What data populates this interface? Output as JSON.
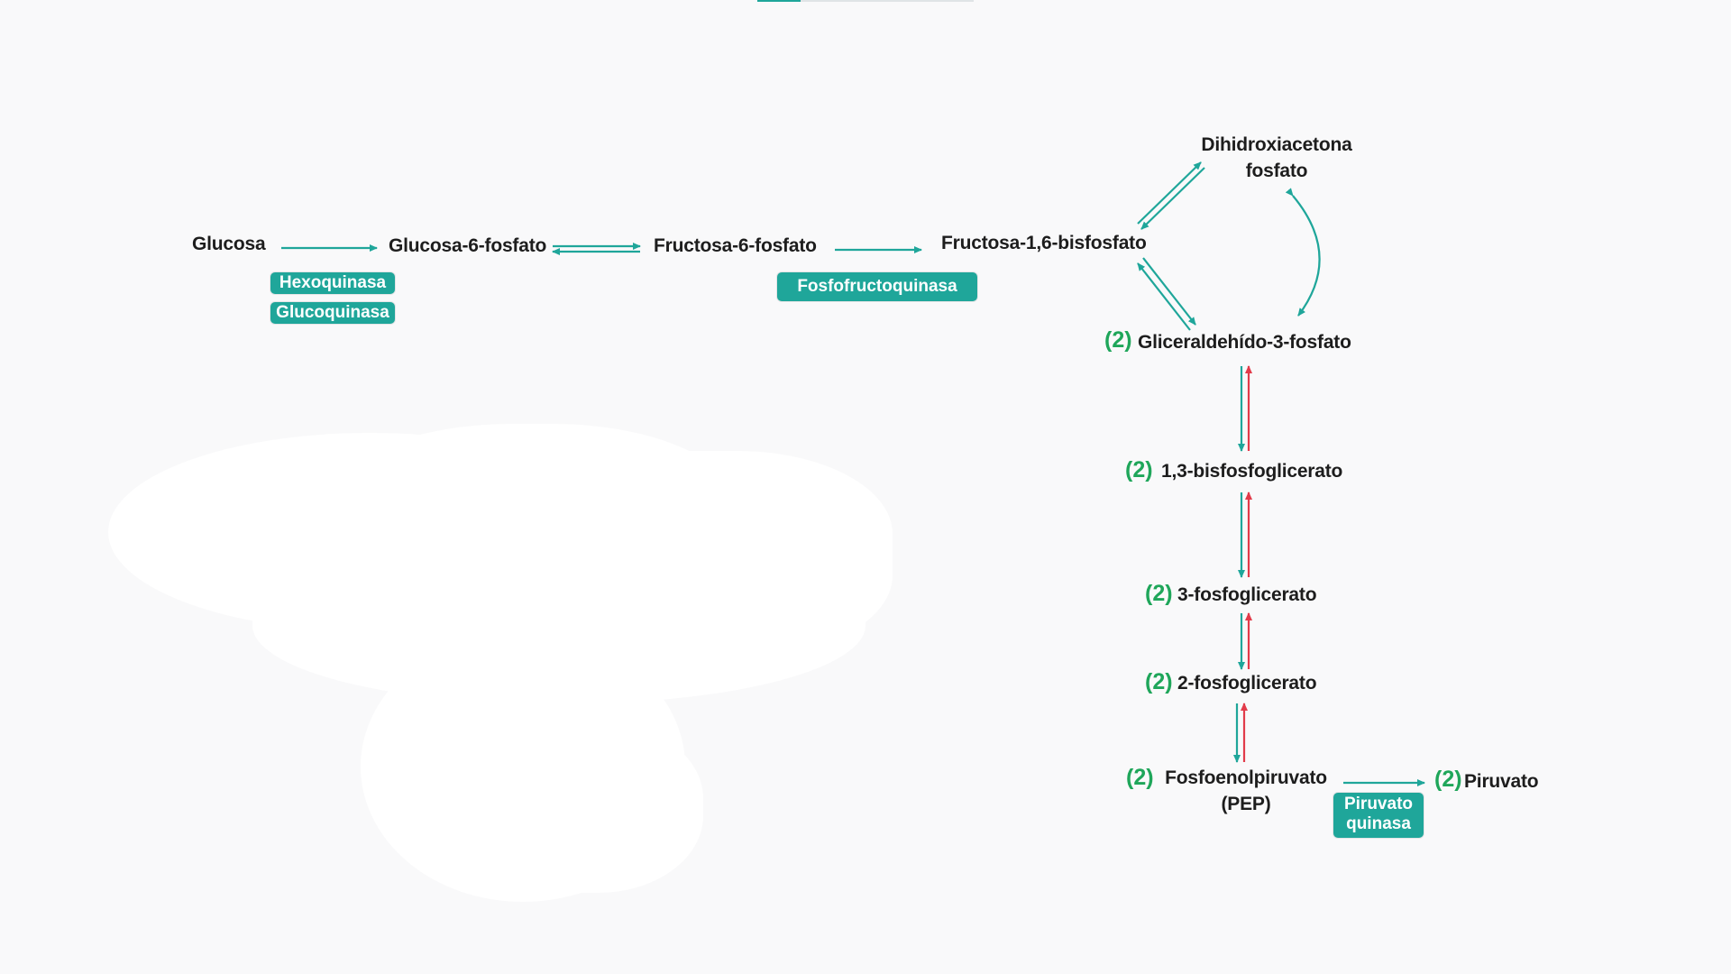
{
  "colors": {
    "teal": "#1fa69a",
    "red": "#e23b4a",
    "green": "#1fa65a"
  },
  "metabolites": {
    "glucosa": "Glucosa",
    "g6p": "Glucosa-6-fosfato",
    "f6p": "Fructosa-6-fosfato",
    "f16bp": "Fructosa-1,6-bisfosfato",
    "dhap_line1": "Dihidroxiacetona",
    "dhap_line2": "fosfato",
    "g3p": "Gliceraldehído-3-fosfato",
    "bpg13": "1,3-bisfosfoglicerato",
    "pg3": "3-fosfoglicerato",
    "pg2": "2-fosfoglicerato",
    "pep_line1": "Fosfoenolpiruvato",
    "pep_line2": "(PEP)",
    "piruvato": "Piruvato"
  },
  "stoichiometry": "(2)",
  "enzymes": {
    "hexoquinasa": "Hexoquinasa",
    "glucoquinasa": "Glucoquinasa",
    "fosfofructoquinasa": "Fosfofructoquinasa",
    "piruvato_quinasa": "Piruvato quinasa"
  }
}
